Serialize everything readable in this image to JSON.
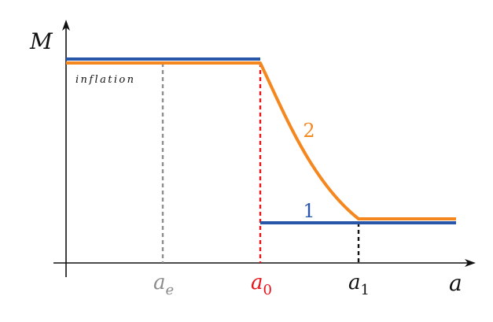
{
  "axes": {
    "y_label": "M",
    "x_label": "a"
  },
  "annotation": {
    "phase_label": "inflation"
  },
  "ticks": [
    {
      "base": "a",
      "sub": "e",
      "color": "#8c8c8c"
    },
    {
      "base": "a",
      "sub": "0",
      "color": "#e8141b"
    },
    {
      "base": "a",
      "sub": "1",
      "color": "#111111"
    }
  ],
  "curves": {
    "curve_1": {
      "label": "1",
      "color": "#2856a8"
    },
    "curve_2": {
      "label": "2",
      "color": "#f5871f"
    }
  },
  "colors": {
    "axis": "#111111",
    "inflation_marker": "#8c8c8c",
    "a0_marker": "#e8141b",
    "a1_marker": "#111111"
  }
}
